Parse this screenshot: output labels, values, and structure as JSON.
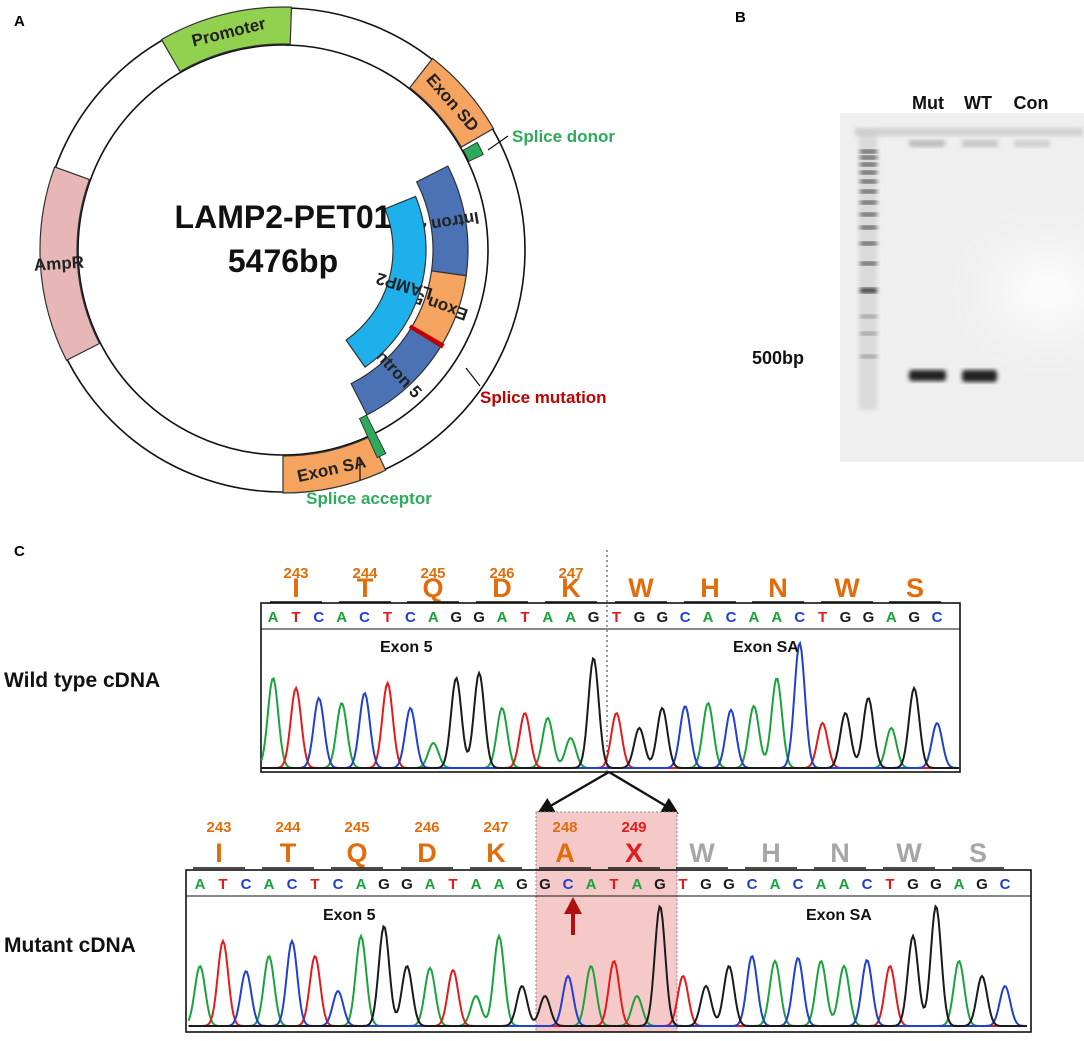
{
  "colors": {
    "orange": "#f5a460",
    "aa_orange": "#e36c0a",
    "green": "#92d050",
    "pink": "#e7b7b7",
    "blue": "#4a72b5",
    "cyan": "#1eb0ea",
    "splice_green": "#2daa5c",
    "mut_red": "#c00000",
    "base_A": "#1aa33a",
    "base_T": "#e41a1c",
    "base_C": "#2040d0",
    "base_G": "#1a1a1a",
    "grey": "#a6a6a6",
    "highlight": "#f6c9c9"
  },
  "panels": {
    "a": "A",
    "b": "B",
    "c": "C"
  },
  "plasmid": {
    "name": "LAMP2-PET01",
    "size": "5476bp",
    "segments": {
      "promoter": "Promoter",
      "exon_sd": "Exon SD",
      "intron4": "Intron 4",
      "exon5": "Exon 5",
      "intron5": "Intron 5",
      "exon_sa": "Exon SA",
      "ampr": "AmpR",
      "lamp2": "LAMP2"
    },
    "callouts": {
      "splice_donor": "Splice donor",
      "splice_mutation": "Splice mutation",
      "splice_acceptor": "Splice acceptor"
    }
  },
  "gel": {
    "lanes": [
      "Mut",
      "WT",
      "Con"
    ],
    "marker": "500bp"
  },
  "sequencing": {
    "wild_type": {
      "label": "Wild type cDNA",
      "residue_numbers": [
        "243",
        "244",
        "245",
        "246",
        "247"
      ],
      "residues": [
        "I",
        "T",
        "Q",
        "D",
        "K",
        "W",
        "H",
        "N",
        "W",
        "S"
      ],
      "bases": "ATCACTCAGGATAAGTGGCACAACTGGAGC",
      "region_left": "Exon 5",
      "region_right": "Exon SA"
    },
    "mutant": {
      "label": "Mutant cDNA",
      "residue_numbers": [
        "243",
        "244",
        "245",
        "246",
        "247",
        "248",
        "249"
      ],
      "residues": [
        "I",
        "T",
        "Q",
        "D",
        "K",
        "A",
        "X",
        "W",
        "H",
        "N",
        "W",
        "S"
      ],
      "bases": "ATCACTCAGGATAAGGCATAGTGGCACAACTGGAGC",
      "region_left": "Exon 5",
      "region_right": "Exon SA"
    }
  }
}
